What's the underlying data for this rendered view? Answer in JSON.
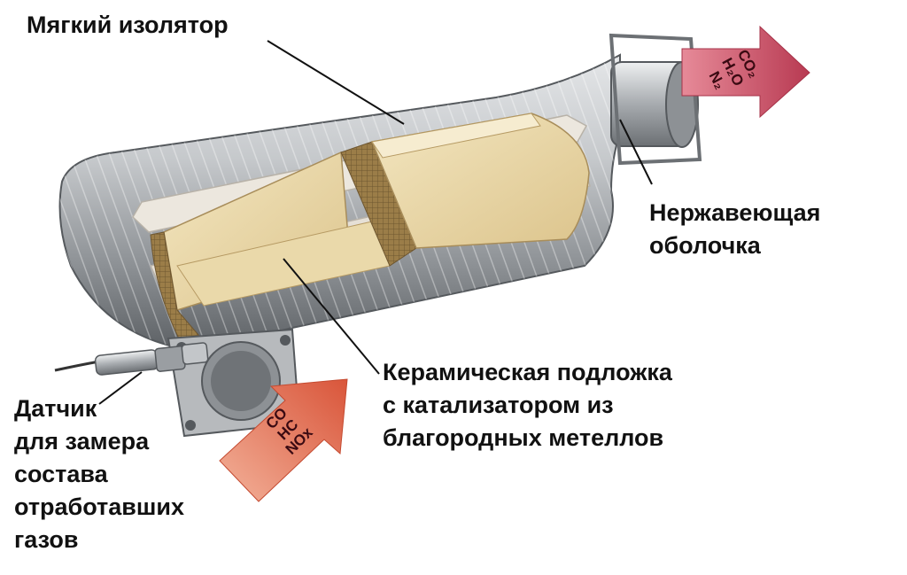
{
  "labels": {
    "insulator": "Мягкий изолятор",
    "shell": [
      "Нержавеющая",
      "оболочка"
    ],
    "substrate": [
      "Керамическая подложка",
      "с катализатором из",
      "благородных метеллов"
    ],
    "sensor": [
      "Датчик",
      "для замера",
      "состава",
      "отработавших",
      "газов"
    ]
  },
  "gases": {
    "inlet": [
      "CO",
      "HC",
      "NOx"
    ],
    "outlet": [
      "CO₂",
      "H₂O",
      "N₂"
    ]
  },
  "colors": {
    "inlet_arrow": "#e86a4a",
    "outlet_arrow": "#c8485e",
    "ceramic": "#e6d3a0",
    "steel": "#b9bcc0",
    "insulator": "#e9e4dc"
  }
}
